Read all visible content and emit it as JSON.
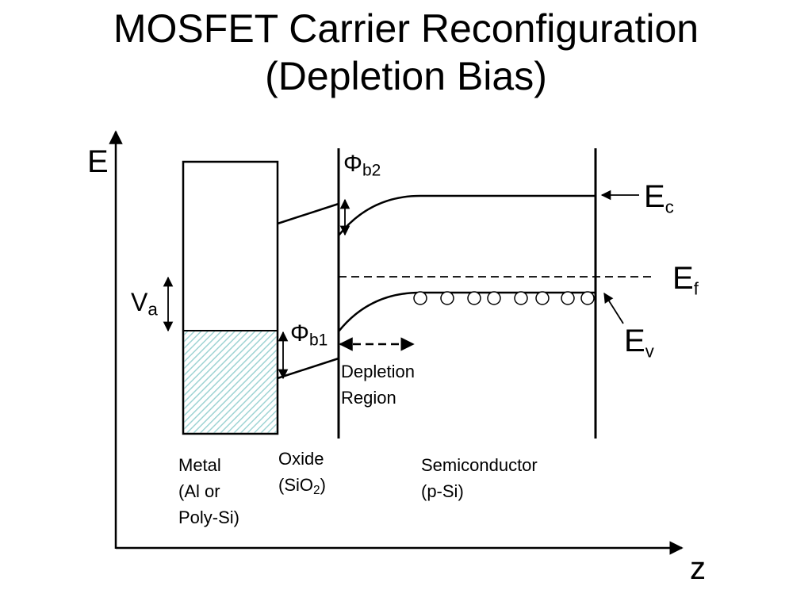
{
  "title": {
    "line1": "MOSFET Carrier Reconfiguration",
    "line2": "(Depletion Bias)"
  },
  "axes": {
    "y_label": "E",
    "x_label": "z"
  },
  "levels": {
    "ec_main": "E",
    "ec_sub": "c",
    "ef_main": "E",
    "ef_sub": "f",
    "ev_main": "E",
    "ev_sub": "v"
  },
  "barriers": {
    "phi_b2_main": "Φ",
    "phi_b2_sub": "b2",
    "phi_b1_main": "Φ",
    "phi_b1_sub": "b1",
    "va_main": "V",
    "va_sub": "a"
  },
  "regions": {
    "depletion_line1": "Depletion",
    "depletion_line2": "Region",
    "metal_line1": "Metal",
    "metal_line2": "(Al or",
    "metal_line3": "Poly-Si)",
    "oxide_line1": "Oxide",
    "oxide_line2_pre": "(SiO",
    "oxide_line2_sub": "2",
    "oxide_line2_post": ")",
    "semi_line1": "Semiconductor",
    "semi_line2": "(p-Si)"
  },
  "colors": {
    "metal_fill_hatch": "#9fd4d4"
  }
}
